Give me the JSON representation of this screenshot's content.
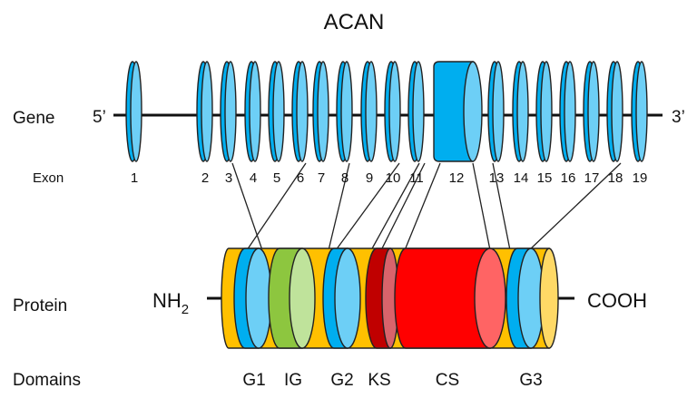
{
  "title": "ACAN",
  "row_labels": {
    "gene": "Gene",
    "exon": "Exon",
    "protein": "Protein",
    "domains": "Domains"
  },
  "gene": {
    "five_prime": "5’",
    "three_prime": "3’",
    "exons": [
      "1",
      "2",
      "3",
      "4",
      "5",
      "6",
      "7",
      "8",
      "9",
      "10",
      "11",
      "12",
      "13",
      "14",
      "15",
      "16",
      "17",
      "18",
      "19"
    ],
    "large_exon": "12"
  },
  "protein": {
    "n_terminus": "NH",
    "n_terminus_sub": "2",
    "c_terminus": "COOH",
    "domains": [
      {
        "name": "G1",
        "color": "#00aeef",
        "face_color": "#6dcff6"
      },
      {
        "name": "IG",
        "color": "#8dc63f",
        "face_color": "#bfe39b"
      },
      {
        "name": "G2",
        "color": "#00aeef",
        "face_color": "#6dcff6"
      },
      {
        "name": "KS",
        "color": "#c00000",
        "face_color": "#d9636b"
      },
      {
        "name": "CS",
        "color": "#ff0000",
        "face_color": "#ff6464"
      },
      {
        "name": "G3",
        "color": "#00aeef",
        "face_color": "#6dcff6"
      }
    ],
    "backbone_color": "#ffc000",
    "end_cap_color": "#ffd966"
  },
  "mappings": [
    {
      "exon": "3",
      "to": "G1-start"
    },
    {
      "exon": "6",
      "to": "G1-end"
    },
    {
      "exon": "8",
      "to": "G2-start"
    },
    {
      "exon": "10",
      "to": "G2-end"
    },
    {
      "exon": "11",
      "to": "KS-start"
    },
    {
      "exon": "11",
      "to": "KS-end"
    },
    {
      "exon": "12",
      "to": "CS-start"
    },
    {
      "exon": "12",
      "to": "CS-end"
    },
    {
      "exon": "13",
      "to": "G3-start"
    },
    {
      "exon": "18",
      "to": "G3-end"
    }
  ],
  "colors": {
    "exon_body": "#00aeef",
    "exon_face": "#6dcff6",
    "line": "#111111"
  }
}
